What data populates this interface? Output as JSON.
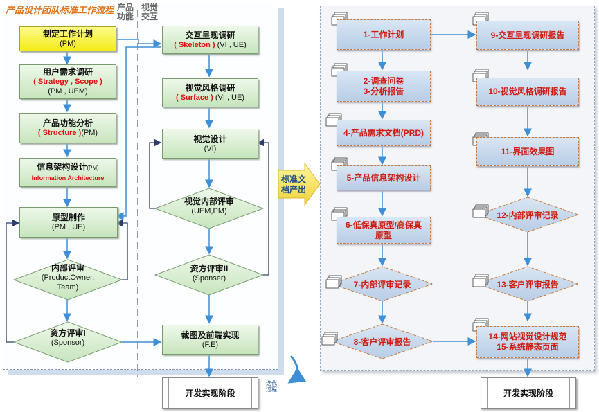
{
  "title": "产品设计团队标准工作流程",
  "column_labels": {
    "product": "产品功能",
    "visual": "视觉交互"
  },
  "left": {
    "plan": {
      "title": "制定工作计划",
      "sub": "(PM)"
    },
    "research": {
      "title": "用户需求调研",
      "red": "( Strategy , Scope )",
      "sub": "(PM , UEM)"
    },
    "analysis": {
      "title": "产品功能分析",
      "red": "( Structure )",
      "sub": "(PM)"
    },
    "ia": {
      "title": "信息架构设计",
      "title_small": "(PM)",
      "red": "Information Architecture"
    },
    "proto": {
      "title": "原型制作",
      "sub": "(PM , UE)"
    },
    "internal": {
      "title": "内部评审",
      "sub1": "(ProductOwner,",
      "sub2": "Team)"
    },
    "sponsor1": {
      "title": "资方评审I",
      "sub": "(Sponsor)"
    },
    "skeleton": {
      "title": "交互呈现调研",
      "red": "( Skeleton )",
      "sub": " (VI , UE)"
    },
    "surface": {
      "title": "视觉风格调研",
      "red": "( Surface )",
      "sub": " (VI , UE)"
    },
    "visual": {
      "title": "视觉设计",
      "sub": "(VI)"
    },
    "vreview": {
      "title": "视觉内部评审",
      "sub": "(UEM,PM)"
    },
    "sponsor2": {
      "title": "资方评审II",
      "sub": "(Sponser)"
    },
    "frontend": {
      "title": "裁图及前端实现",
      "sub": "(F.E)"
    },
    "dev": {
      "title": "开发实现阶段"
    },
    "iteration": {
      "line1": "迭代",
      "line2": "过程"
    }
  },
  "callout": {
    "line1": "标准文",
    "line2": "档产出"
  },
  "right": {
    "d1": "1-工作计划",
    "d2a": "2-调查问卷",
    "d2b": "3-分析报告",
    "d4": "4-产品需求文档(PRD)",
    "d5": "5-产品信息架构设计",
    "d6a": "6-低保真原型/高保真",
    "d6b": "原型",
    "d7": "7-内部评审记录",
    "d8": "8-客户评审报告",
    "d9": "9-交互呈现调研报告",
    "d10": "10-视觉风格调研报告",
    "d11": "11-界面效果图",
    "d12": "12-内部评审记录",
    "d13": "13-客户评审报告",
    "d14a": "14-网站视觉设计规范",
    "d14b": "15-系统静态页面",
    "dev": "开发实现阶段"
  },
  "colors": {
    "arrow": "#3f8fd6",
    "return_arrow": "#2c3e6b",
    "green_box": "#c7e5bd",
    "yellow_box": "#f3ec18",
    "doc_box": "#b8cde6",
    "red_text": "#d11a10",
    "title": "#e0741b"
  }
}
